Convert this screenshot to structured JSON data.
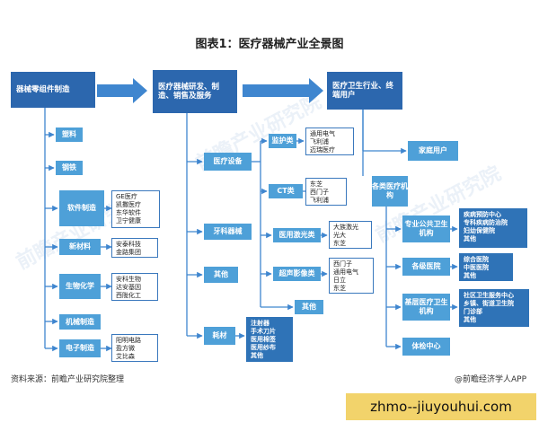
{
  "title": "图表1：医疗器械产业全景图",
  "stages": {
    "upstream": "器械零组件制造",
    "midstream": "医疗器械研发、制造、销售及服务",
    "downstream": "医疗卫生行业、终端用户"
  },
  "upstream": {
    "materials": [
      "塑料",
      "钢铁"
    ],
    "software": {
      "label": "软件制造",
      "companies": [
        "GE医疗",
        "凯撒医疗",
        "东华软件",
        "卫宁健康"
      ]
    },
    "new_material": {
      "label": "新材料",
      "companies": [
        "安泰科技",
        "金路集团"
      ]
    },
    "biochem": {
      "label": "生物化学",
      "companies": [
        "安科生物",
        "达安基因",
        "西陇化工"
      ]
    },
    "machinery": "机械制造",
    "electronics": {
      "label": "电子制造",
      "companies": [
        "阳明电路",
        "盈方微",
        "艾比森"
      ]
    }
  },
  "midstream": {
    "medical_equipment": "医疗设备",
    "dental": "牙科器械",
    "other": "其他",
    "consumables": {
      "label": "耗材",
      "items": [
        "注射器",
        "手术刀片",
        "医用棉签",
        "医用纱布",
        "其他"
      ]
    },
    "monitor": {
      "label": "监护类",
      "companies": [
        "通用电气",
        "飞利浦",
        "迈瑞医疗"
      ]
    },
    "ct": {
      "label": "CT类",
      "companies": [
        "东芝",
        "西门子",
        "飞利浦"
      ]
    },
    "laser": {
      "label": "医用激光类",
      "companies": [
        "大族激光",
        "光大",
        "东芝"
      ]
    },
    "ultrasound": {
      "label": "超声影像类",
      "companies": [
        "西门子",
        "通用电气",
        "日立",
        "东芝"
      ]
    },
    "other_sub": "其他"
  },
  "downstream": {
    "home_users": "家庭用户",
    "institutions": "各类医疗机构",
    "public_health": {
      "label": "专业公共卫生机构",
      "items": [
        "疾病预防中心",
        "专科疾病防治院",
        "妇幼保健院",
        "其他"
      ]
    },
    "hospitals": {
      "label": "各级医院",
      "items": [
        "综合医院",
        "中医医院",
        "其他"
      ]
    },
    "grassroots": {
      "label": "基层医疗卫生机构",
      "items": [
        "社区卫生服务中心",
        "乡镇、街道卫生院",
        "门诊部",
        "其他"
      ]
    },
    "physical_exam": "体检中心"
  },
  "footer": {
    "source": "资料来源：前瞻产业研究院整理",
    "brand": "@前瞻经济学人APP",
    "banner": "zhmo--jiuyouhui.com"
  },
  "colors": {
    "primary": "#2f73b7",
    "light": "#4ea0d8",
    "arrow": "#3f86cf",
    "banner": "#f2d36b"
  }
}
